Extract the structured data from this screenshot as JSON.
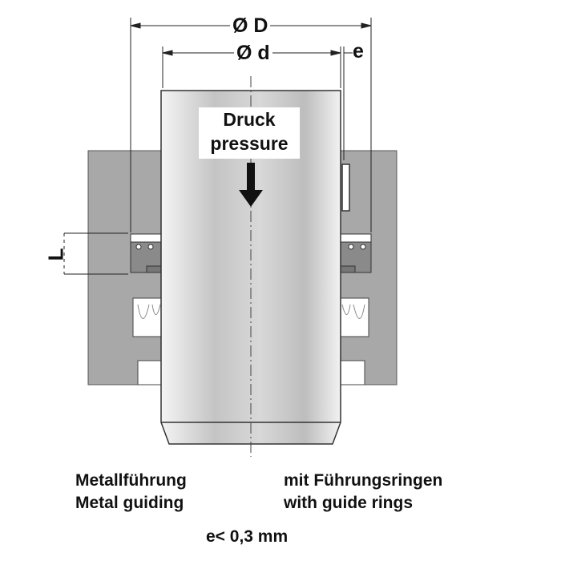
{
  "dimensions": {
    "outer_diameter": "Ø D",
    "inner_diameter": "Ø d",
    "gap": "e",
    "length": "L"
  },
  "pressure_label": {
    "de": "Druck",
    "en": "pressure"
  },
  "captions": {
    "left": {
      "de": "Metallführung",
      "en": "Metal guiding"
    },
    "right": {
      "de": "mit Führungsringen",
      "en": "with guide rings"
    },
    "tolerance": "e< 0,3 mm"
  },
  "colors": {
    "housing": "#a8a8a8",
    "seal": "#8a8a8a",
    "line": "#222222"
  }
}
